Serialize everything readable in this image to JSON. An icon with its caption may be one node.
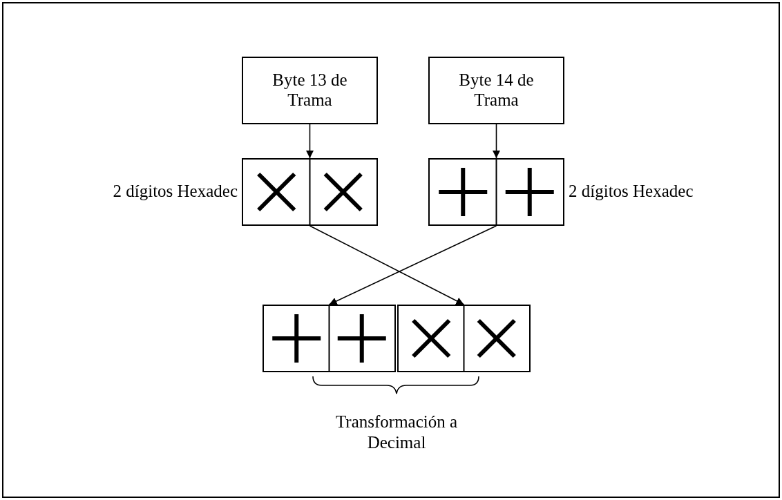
{
  "diagram": {
    "nodes": [
      {
        "text": [
          "Byte 13 de Trama"
        ]
      },
      {
        "text": [
          "Byte 14 de Trama"
        ]
      },
      {
        "text": [],
        "shape": "box",
        "beside": [
          "2 dígitos Hexadec"
        ]
      },
      {
        "text": [],
        "shape": "box",
        "beside": [
          "2 dígitos Hexadec"
        ]
      },
      {
        "text": [],
        "shape": "box"
      },
      {
        "text": [],
        "shape": "box"
      }
    ],
    "edges": [
      {
        "from": 0,
        "to": 2,
        "arrow": "to"
      },
      {
        "from": 1,
        "to": 3,
        "arrow": "to"
      },
      {
        "from": 2,
        "to": 5,
        "arrow": "to"
      },
      {
        "from": 3,
        "to": 4,
        "arrow": "to"
      }
    ],
    "labels": [
      "Transformación a Decimal"
    ]
  }
}
